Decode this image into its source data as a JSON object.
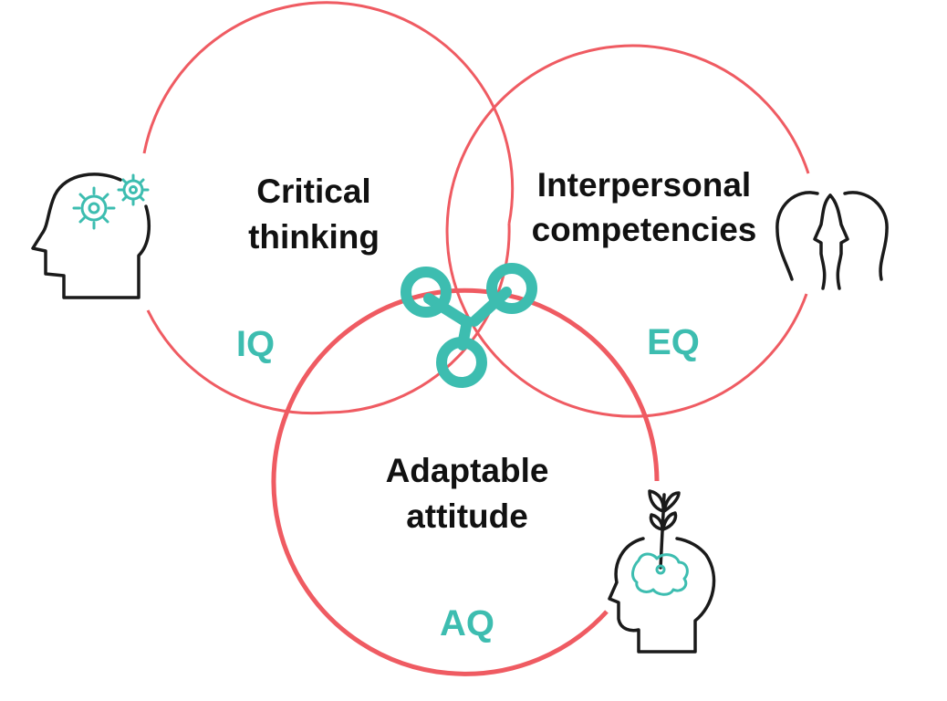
{
  "colors": {
    "circle": "#ef5b62",
    "accent": "#3dbdb0",
    "text": "#111111",
    "icon_line": "#1a1a1a"
  },
  "circles": [
    {
      "name": "iq",
      "title_lines": [
        "Critical",
        "thinking"
      ],
      "code": "IQ",
      "icon": "head-gears-icon"
    },
    {
      "name": "eq",
      "title_lines": [
        "Interpersonal",
        "competencies"
      ],
      "code": "EQ",
      "icon": "two-faces-icon"
    },
    {
      "name": "aq",
      "title_lines": [
        "Adaptable",
        "attitude"
      ],
      "code": "AQ",
      "icon": "head-sprout-icon"
    }
  ],
  "center_icon": "three-node-molecule-icon"
}
